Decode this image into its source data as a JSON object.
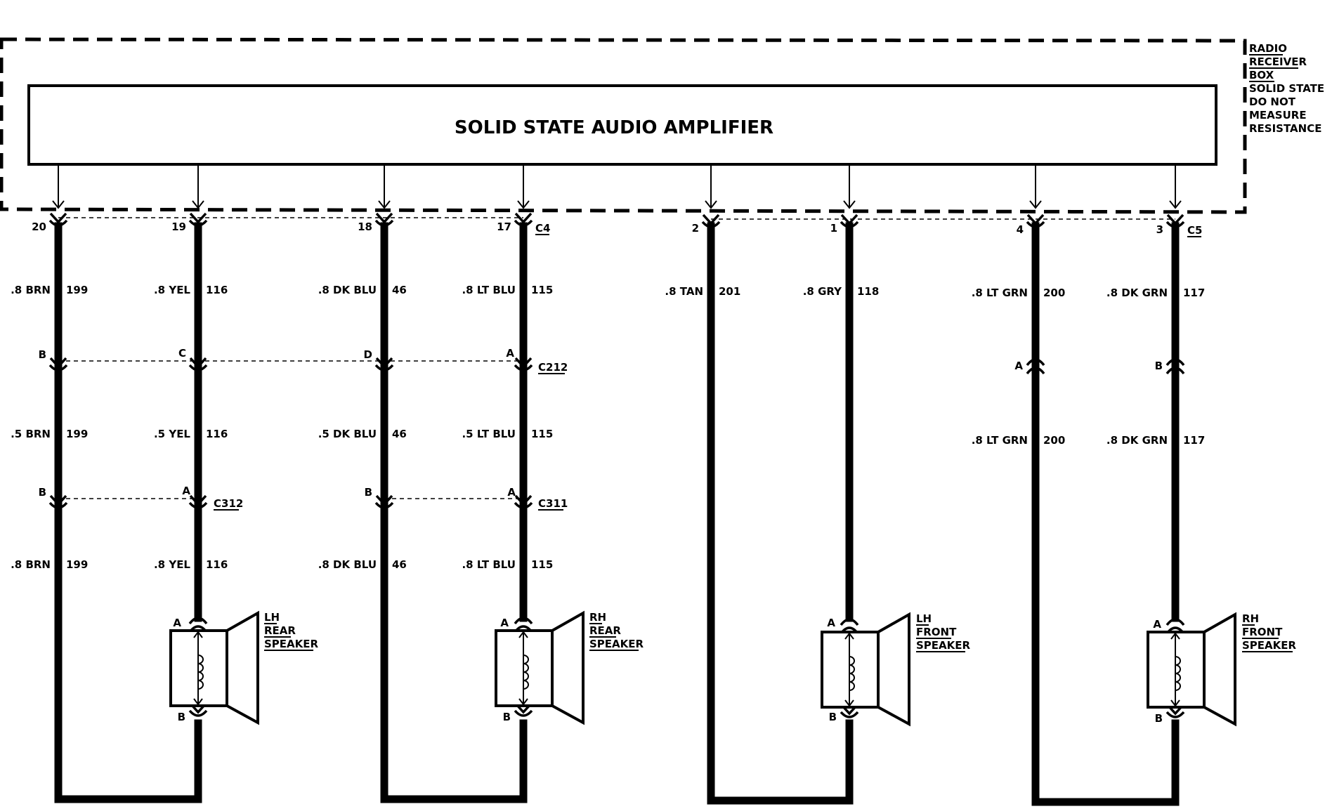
{
  "receiver_box": {
    "note_lines": [
      "RADIO",
      "RECEIVER",
      "BOX",
      "SOLID STATE",
      "DO NOT",
      "MEASURE",
      "RESISTANCE"
    ]
  },
  "amplifier": {
    "title": "SOLID STATE AUDIO AMPLIFIER"
  },
  "connectors": {
    "c4": "C4",
    "c5": "C5",
    "c212": "C212",
    "c312": "C312",
    "c311": "C311"
  },
  "circuits": [
    {
      "pin": "20",
      "seg1_wire": ".8 BRN",
      "seg1_ckt": "199",
      "cav2": "B",
      "seg2_wire": ".5 BRN",
      "seg2_ckt": "199",
      "cav3": "B",
      "seg3_wire": ".8 BRN",
      "seg3_ckt": "199"
    },
    {
      "pin": "19",
      "seg1_wire": ".8 YEL",
      "seg1_ckt": "116",
      "cav2": "C",
      "seg2_wire": ".5 YEL",
      "seg2_ckt": "116",
      "cav3": "A",
      "seg3_wire": ".8 YEL",
      "seg3_ckt": "116",
      "spk_a": "A",
      "spk_b": "B"
    },
    {
      "pin": "18",
      "seg1_wire": ".8 DK BLU",
      "seg1_ckt": "46",
      "cav2": "D",
      "seg2_wire": ".5 DK BLU",
      "seg2_ckt": "46",
      "cav3": "B",
      "seg3_wire": ".8 DK BLU",
      "seg3_ckt": "46"
    },
    {
      "pin": "17",
      "seg1_wire": ".8 LT BLU",
      "seg1_ckt": "115",
      "cav2": "A",
      "seg2_wire": ".5 LT BLU",
      "seg2_ckt": "115",
      "cav3": "A",
      "seg3_wire": ".8 LT BLU",
      "seg3_ckt": "115",
      "spk_a": "A",
      "spk_b": "B"
    },
    {
      "pin": "2",
      "seg1_wire": ".8 TAN",
      "seg1_ckt": "201"
    },
    {
      "pin": "1",
      "seg1_wire": ".8 GRY",
      "seg1_ckt": "118",
      "spk_a": "A",
      "spk_b": "B"
    },
    {
      "pin": "4",
      "seg1_wire": ".8 LT GRN",
      "seg1_ckt": "200",
      "cav2": "A",
      "seg2_wire": ".8 LT GRN",
      "seg2_ckt": "200"
    },
    {
      "pin": "3",
      "seg1_wire": ".8 DK GRN",
      "seg1_ckt": "117",
      "cav2": "B",
      "seg2_wire": ".8 DK GRN",
      "seg2_ckt": "117",
      "spk_a": "A",
      "spk_b": "B"
    }
  ],
  "speakers": [
    {
      "lines": [
        "LH",
        "REAR",
        "SPEAKER"
      ]
    },
    {
      "lines": [
        "RH",
        "REAR",
        "SPEAKER"
      ]
    },
    {
      "lines": [
        "LH",
        "FRONT",
        "SPEAKER"
      ]
    },
    {
      "lines": [
        "RH",
        "FRONT",
        "SPEAKER"
      ]
    }
  ]
}
